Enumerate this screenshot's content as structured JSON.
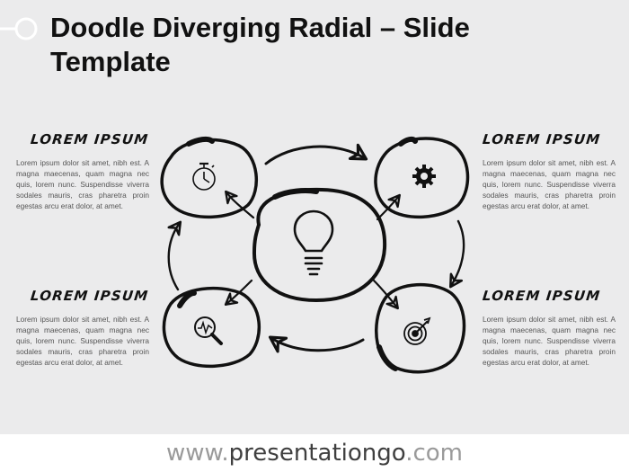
{
  "title": "Doodle Diverging Radial – Slide Template",
  "blocks": [
    {
      "heading": "LOREM IPSUM",
      "text": "Lorem ipsum dolor sit amet, nibh est. A magna maecenas, quam magna nec quis, lorem nunc. Suspendisse viverra sodales mauris, cras pharetra proin egestas arcu erat dolor, at amet."
    },
    {
      "heading": "LOREM IPSUM",
      "text": "Lorem ipsum dolor sit amet, nibh est. A magna maecenas, quam magna nec quis, lorem nunc. Suspendisse viverra sodales mauris, cras pharetra proin egestas arcu erat dolor, at amet."
    },
    {
      "heading": "LOREM IPSUM",
      "text": "Lorem ipsum dolor sit amet, nibh est. A magna maecenas, quam magna nec quis, lorem nunc. Suspendisse viverra sodales mauris, cras pharetra proin egestas arcu erat dolor, at amet."
    },
    {
      "heading": "LOREM IPSUM",
      "text": "Lorem ipsum dolor sit amet, nibh est. A magna maecenas, quam magna nec quis, lorem nunc. Suspendisse viverra sodales mauris, cras pharetra proin egestas arcu erat dolor, at amet."
    }
  ],
  "icons": {
    "center": "lightbulb-icon",
    "top_left": "stopwatch-icon",
    "top_right": "gear-icon",
    "bottom_left": "magnifier-chart-icon",
    "bottom_right": "target-icon"
  },
  "footer": {
    "prefix": "www.",
    "brand": "presentationgo",
    "suffix": ".com"
  },
  "colors": {
    "background": "#ebebec",
    "ink": "#111111",
    "body_text": "#555555",
    "footer_gray": "#9a9a9a",
    "footer_dark": "#3f3f3f"
  }
}
